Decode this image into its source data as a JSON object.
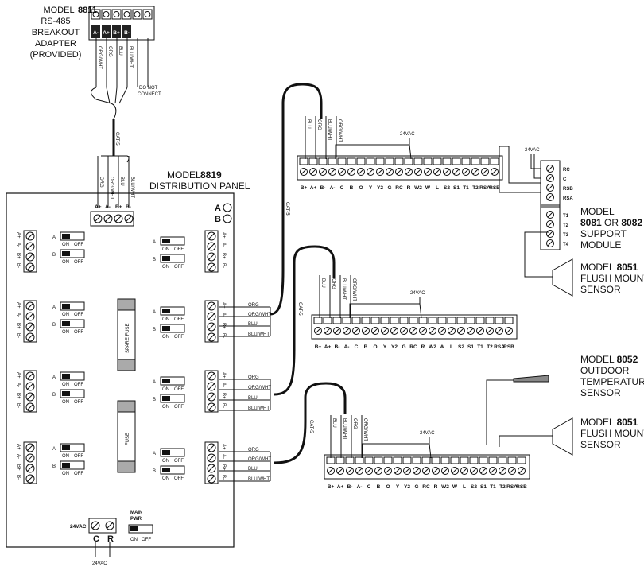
{
  "adapter": {
    "model_prefix": "MODEL",
    "model_number": "8811",
    "desc_lines": [
      "RS-485",
      "BREAKOUT",
      "ADAPTER",
      "(PROVIDED)"
    ],
    "terminals": [
      "A-",
      "A+",
      "B+",
      "B-"
    ],
    "wires": [
      "ORG/WHT",
      "ORG",
      "BLU",
      "BLU/WHT"
    ],
    "do_not_connect": [
      "DO NOT",
      "CONNECT"
    ]
  },
  "cable_label": "CAT-5",
  "panel": {
    "model_prefix": "MODEL",
    "model_number": "8819",
    "title": "DISTRIBUTION PANEL",
    "input_wires": [
      "ORG",
      "ORG/WHT",
      "BLU",
      "BLU/WHT"
    ],
    "input_terminals": [
      "A+",
      "A-",
      "B+",
      "B-"
    ],
    "leds": [
      "A",
      "B"
    ],
    "port_terminals": [
      "A+",
      "A-",
      "B+",
      "B-"
    ],
    "switch_on": "ON",
    "switch_off": "OFF",
    "switch_labels": [
      "A",
      "B"
    ],
    "spare_fuse": "SPARE FUSE",
    "fuse": "FUSE",
    "power_label": "24VAC",
    "power_terminals": [
      "C",
      "R"
    ],
    "power_bottom": "24VAC",
    "main_pwr": [
      "MAIN",
      "PWR"
    ],
    "output_wires": [
      "ORG",
      "ORG/WHT",
      "BLU",
      "BLU/WHT"
    ]
  },
  "thermostat": {
    "terminals_a": [
      "B+",
      "A+",
      "B-",
      "A-",
      "C",
      "B",
      "O",
      "Y",
      "Y2",
      "G",
      "RC",
      "R",
      "W2",
      "W",
      "L",
      "S2",
      "S1",
      "T1",
      "T2",
      "RSA",
      "RSB"
    ],
    "terminals_b": [
      "B+",
      "A+",
      "B-",
      "A-",
      "C",
      "B",
      "O",
      "Y",
      "Y2",
      "G",
      "RC",
      "R",
      "W2",
      "W",
      "L",
      "S2",
      "S1",
      "T1",
      "T2",
      "RSA",
      "RSB"
    ],
    "wires_a": [
      "BLU",
      "ORG",
      "BLU/WHT",
      "ORG/WHT"
    ],
    "wires_b": [
      "BLU",
      "ORG",
      "BLU/WHT",
      "ORG/WHT"
    ],
    "wires_c": [
      "BLU",
      "BLU/WHT",
      "ORG",
      "ORG/WHT"
    ],
    "vac": "24VAC"
  },
  "support_module": {
    "vac": "24VAC",
    "terminals": [
      "RC",
      "C",
      "RSB",
      "RSA",
      "T1",
      "T2",
      "T3",
      "T4"
    ],
    "model_prefix": "MODEL",
    "model_a": "8081",
    "model_or": "OR",
    "model_b": "8082",
    "desc_lines": [
      "SUPPORT",
      "MODULE"
    ]
  },
  "sensor1": {
    "model_prefix": "MODEL",
    "model_number": "8051",
    "desc_lines": [
      "FLUSH MOUNT",
      "SENSOR"
    ]
  },
  "outdoor": {
    "model_prefix": "MODEL",
    "model_number": "8052",
    "desc_lines": [
      "OUTDOOR",
      "TEMPERATURE",
      "SENSOR"
    ]
  },
  "sensor2": {
    "model_prefix": "MODEL",
    "model_number": "8051",
    "desc_lines": [
      "FLUSH MOUNT",
      "SENSOR"
    ]
  }
}
